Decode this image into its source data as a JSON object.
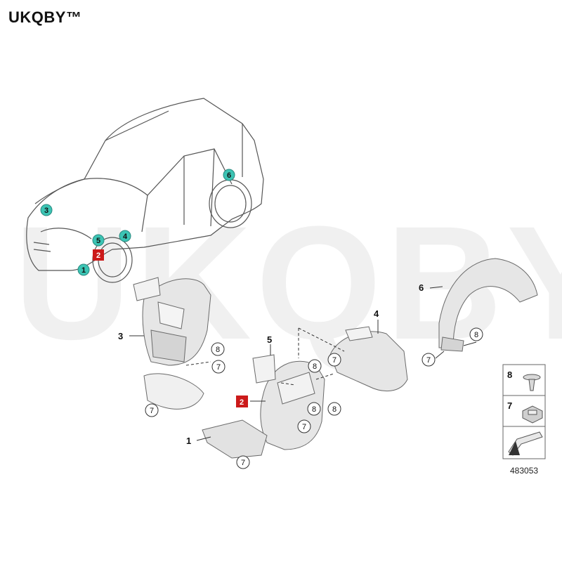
{
  "brand": "UKQBY™",
  "watermark": "UKQBY™",
  "reference_code": "483053",
  "car_markers": [
    {
      "label": "3",
      "color": "#3cc4b4"
    },
    {
      "label": "5",
      "color": "#3cc4b4"
    },
    {
      "label": "4",
      "color": "#3cc4b4"
    },
    {
      "label": "2",
      "color": "#cc1a1a"
    },
    {
      "label": "1",
      "color": "#3cc4b4"
    },
    {
      "label": "6",
      "color": "#3cc4b4"
    }
  ],
  "part_labels": [
    "1",
    "2",
    "3",
    "4",
    "5",
    "6"
  ],
  "fastener_callouts": [
    "8",
    "7",
    "7",
    "8",
    "7",
    "8",
    "8",
    "7",
    "7",
    "8",
    "7"
  ],
  "legend": {
    "items": [
      "8",
      "7"
    ]
  },
  "colors": {
    "teal": "#3cc4b4",
    "red": "#cc1a1a",
    "part_stroke": "#6a6a6a",
    "part_fill": "#e6e6e6"
  }
}
